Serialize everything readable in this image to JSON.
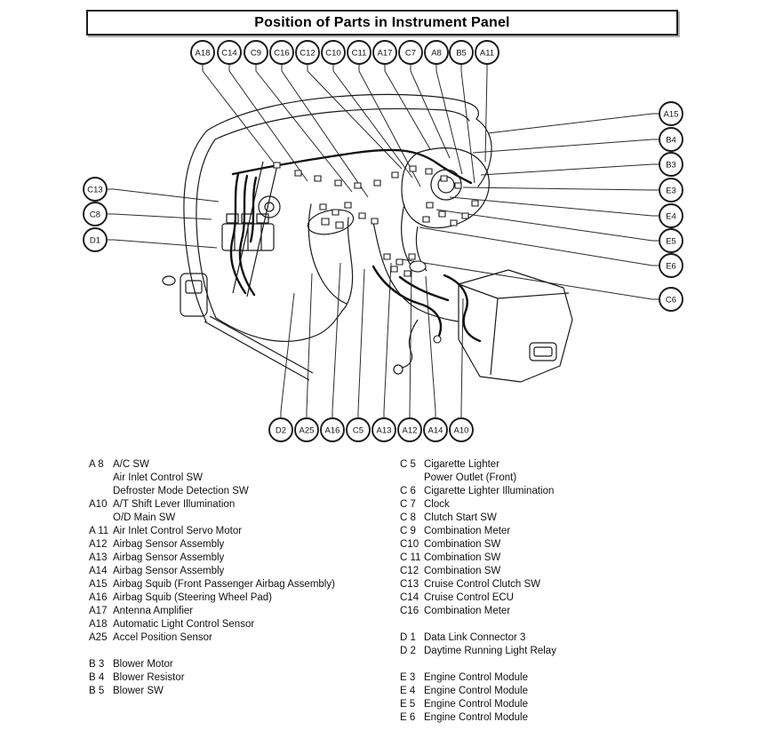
{
  "title": "Position of Parts in Instrument Panel",
  "diagram_description": "Exploded line drawing of instrument panel with wiring harness, steering column, center console and callout balloons",
  "colors": {
    "line": "#1a1a1a",
    "background": "#ffffff",
    "text": "#111111"
  },
  "callouts": {
    "top": [
      "A18",
      "C14",
      "C9",
      "C16",
      "C12",
      "C10",
      "C11",
      "A17",
      "C7",
      "A8",
      "B5",
      "A11"
    ],
    "right": [
      "A15",
      "B4",
      "B3",
      "E3",
      "E4",
      "E5",
      "E6",
      "C6"
    ],
    "left": [
      "C13",
      "C8",
      "D1"
    ],
    "bottom": [
      "D2",
      "A25",
      "A16",
      "C5",
      "A13",
      "A12",
      "A14",
      "A10"
    ]
  },
  "legend": {
    "left": [
      {
        "code": "A 8",
        "text": "A/C SW"
      },
      {
        "code": "",
        "text": "Air Inlet Control SW"
      },
      {
        "code": "",
        "text": "Defroster Mode Detection SW"
      },
      {
        "code": "A10",
        "text": "A/T Shift Lever Illumination"
      },
      {
        "code": "",
        "text": "O/D Main SW"
      },
      {
        "code": "A 11",
        "text": "Air Inlet Control Servo Motor"
      },
      {
        "code": "A12",
        "text": "Airbag Sensor Assembly"
      },
      {
        "code": "A13",
        "text": "Airbag Sensor Assembly"
      },
      {
        "code": "A14",
        "text": "Airbag Sensor Assembly"
      },
      {
        "code": "A15",
        "text": "Airbag Squib (Front Passenger Airbag Assembly)"
      },
      {
        "code": "A16",
        "text": "Airbag Squib (Steering Wheel Pad)"
      },
      {
        "code": "A17",
        "text": "Antenna Amplifier"
      },
      {
        "code": "A18",
        "text": "Automatic Light Control Sensor"
      },
      {
        "code": "A25",
        "text": "Accel Position Sensor"
      },
      {
        "code": "",
        "text": ""
      },
      {
        "code": "B 3",
        "text": "Blower Motor"
      },
      {
        "code": "B 4",
        "text": "Blower Resistor"
      },
      {
        "code": "B 5",
        "text": "Blower SW"
      }
    ],
    "right": [
      {
        "code": "C 5",
        "text": "Cigarette Lighter"
      },
      {
        "code": "",
        "text": "Power Outlet (Front)"
      },
      {
        "code": "C 6",
        "text": "Cigarette Lighter Illumination"
      },
      {
        "code": "C 7",
        "text": "Clock"
      },
      {
        "code": "C 8",
        "text": "Clutch Start SW"
      },
      {
        "code": "C 9",
        "text": "Combination Meter"
      },
      {
        "code": "C10",
        "text": "Combination SW"
      },
      {
        "code": "C 11",
        "text": "Combination SW"
      },
      {
        "code": "C12",
        "text": "Combination SW"
      },
      {
        "code": "C13",
        "text": "Cruise Control Clutch SW"
      },
      {
        "code": "C14",
        "text": "Cruise Control ECU"
      },
      {
        "code": "C16",
        "text": "Combination Meter"
      },
      {
        "code": "",
        "text": ""
      },
      {
        "code": "D 1",
        "text": "Data Link Connector 3"
      },
      {
        "code": "D 2",
        "text": "Daytime Running Light Relay"
      },
      {
        "code": "",
        "text": ""
      },
      {
        "code": "E 3",
        "text": "Engine Control Module"
      },
      {
        "code": "E 4",
        "text": "Engine Control Module"
      },
      {
        "code": "E 5",
        "text": "Engine Control Module"
      },
      {
        "code": "E 6",
        "text": "Engine Control Module"
      }
    ]
  }
}
